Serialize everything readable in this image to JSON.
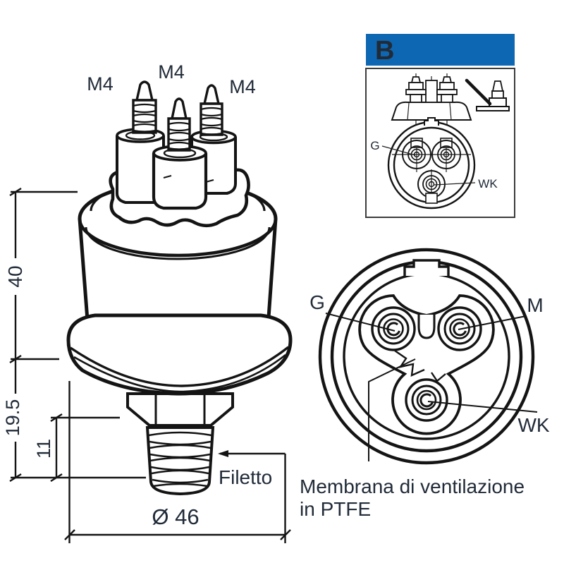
{
  "sensor": {
    "m4": [
      "M4",
      "M4",
      "M4"
    ]
  },
  "dims": {
    "d40": "40",
    "d195": "19.5",
    "d11": "11",
    "dia": "Ø 46",
    "filetto": "Filetto"
  },
  "conn": {
    "g": "G",
    "m": "M",
    "wk": "WK"
  },
  "inset": {
    "label": "B",
    "g": "G",
    "wk": "WK",
    "header_color": "#0e67b2"
  },
  "caption": {
    "line1": "Membrana di ventilazione",
    "line2": "in PTFE"
  }
}
